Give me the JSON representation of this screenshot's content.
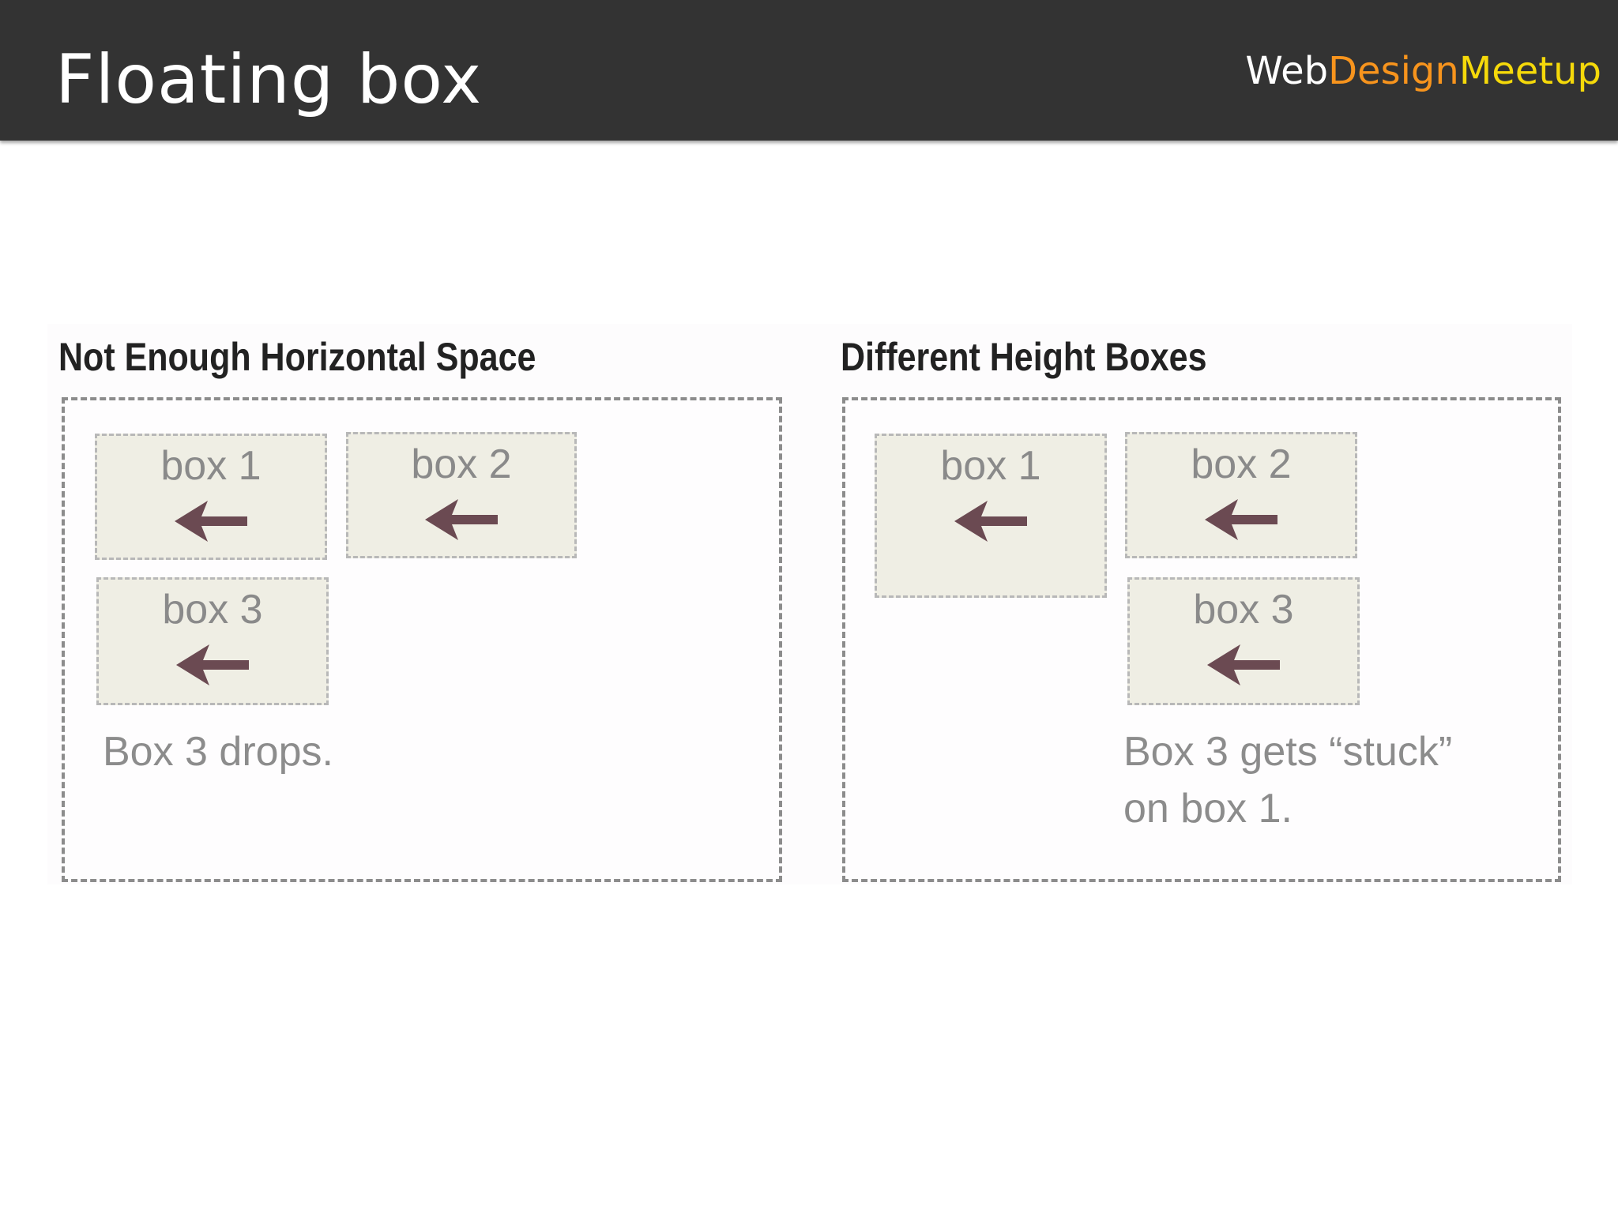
{
  "slide": {
    "title": "Floating box"
  },
  "logo": {
    "part1": "Web",
    "part2": "Design",
    "part3": "Meetup"
  },
  "colors": {
    "header_bg": "#333333",
    "logo_orange": "#f7941d",
    "logo_yellow": "#f5d90a",
    "box_fill": "#efeee4",
    "arrow": "#6b4a52"
  },
  "diagram": {
    "left_panel": {
      "heading": "Not Enough Horizontal Space",
      "boxes": [
        {
          "label": "box 1",
          "icon": "left-arrow-icon"
        },
        {
          "label": "box 2",
          "icon": "left-arrow-icon"
        },
        {
          "label": "box 3",
          "icon": "left-arrow-icon"
        }
      ],
      "caption": "Box 3 drops."
    },
    "right_panel": {
      "heading": "Different Height Boxes",
      "boxes": [
        {
          "label": "box 1",
          "icon": "left-arrow-icon"
        },
        {
          "label": "box 2",
          "icon": "left-arrow-icon"
        },
        {
          "label": "box 3",
          "icon": "left-arrow-icon"
        }
      ],
      "caption_line1": "Box 3 gets “stuck”",
      "caption_line2": "on box 1."
    }
  }
}
